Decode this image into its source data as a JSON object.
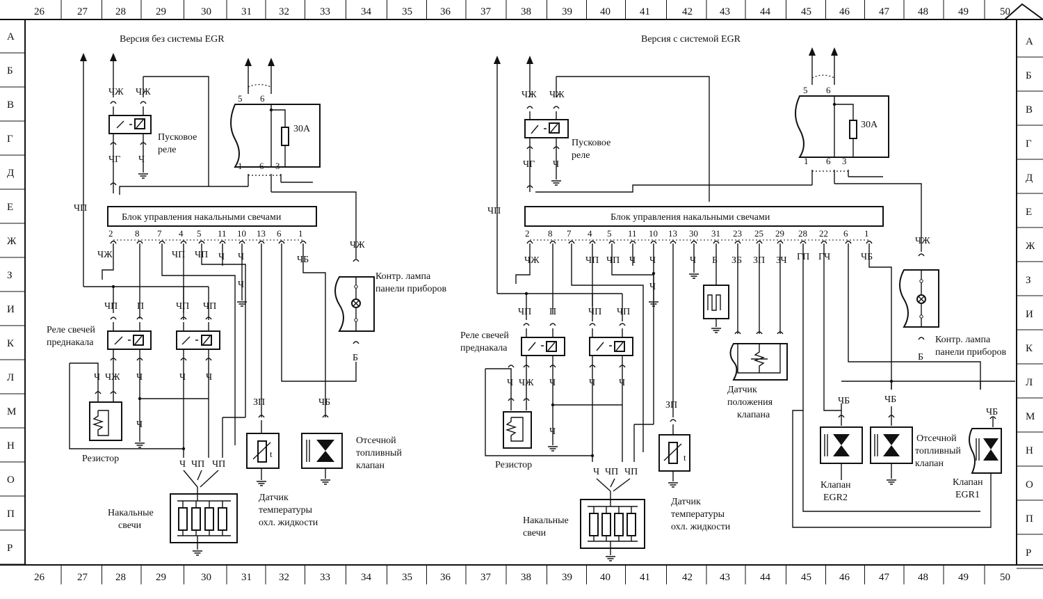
{
  "columns_top": [
    "26",
    "27",
    "28",
    "29",
    "30",
    "31",
    "32",
    "33",
    "34",
    "35",
    "36",
    "37",
    "38",
    "39",
    "40",
    "41",
    "42",
    "43",
    "44",
    "45",
    "46",
    "47",
    "48",
    "49",
    "50"
  ],
  "columns_bottom": [
    "26",
    "27",
    "28",
    "29",
    "30",
    "31",
    "32",
    "33",
    "34",
    "35",
    "36",
    "37",
    "38",
    "39",
    "40",
    "41",
    "42",
    "43",
    "44",
    "45",
    "46",
    "47",
    "48",
    "49",
    "50"
  ],
  "rows": [
    "А",
    "Б",
    "В",
    "Г",
    "Д",
    "Е",
    "Ж",
    "З",
    "И",
    "К",
    "Л",
    "М",
    "Н",
    "О",
    "П",
    "Р"
  ],
  "left": {
    "title": "Версия без системы EGR",
    "block": "Блок управления накальными свечами",
    "fuse": "30A",
    "start_relay": [
      "Пусковое",
      "реле"
    ],
    "preheat_relay": [
      "Реле свечей",
      "преднакала"
    ],
    "lamp": [
      "Контр. лампа",
      "панели приборов"
    ],
    "resistor": "Резистор",
    "glow": [
      "Накальные",
      "свечи"
    ],
    "temp_sensor": [
      "Датчик",
      "температуры",
      "охл. жидкости"
    ],
    "cutoff": [
      "Отсечной",
      "топливный",
      "клапан"
    ],
    "fuse_pins": [
      "5",
      "6",
      "1",
      "6",
      "3"
    ],
    "block_pins": [
      "2",
      "8",
      "7",
      "4",
      "5",
      "11",
      "10",
      "13",
      "6",
      "1"
    ],
    "wires": {
      "chzh1": "ЧЖ",
      "chzh2": "ЧЖ",
      "chg": "ЧГ",
      "ch1": "Ч",
      "chp_main": "ЧП",
      "chzh_b": "ЧЖ",
      "chp_b": "ЧП",
      "chp_b2": "ЧП",
      "ch_b": "Ч",
      "ch_b2": "Ч",
      "ch_b3": "Ч",
      "chb_b": "ЧБ",
      "chp_r1": "ЧП",
      "p_r1": "П",
      "chp_r2": "ЧП",
      "chp_r3": "ЧП",
      "ch_r1": "Ч",
      "chzh_r1": "ЧЖ",
      "ch_r2": "Ч",
      "ch_r3": "Ч",
      "ch_r4": "Ч",
      "ch_gnd": "Ч",
      "g_ch": "Ч",
      "g_chp1": "ЧП",
      "g_chp2": "ЧП",
      "zp": "ЗП",
      "chb": "ЧБ",
      "chzh_lamp": "ЧЖ",
      "b_lamp": "Б"
    }
  },
  "right": {
    "title": "Версия  с системой EGR",
    "block": "Блок управления накальными свечами",
    "fuse": "30A",
    "start_relay": [
      "Пусковое",
      "реле"
    ],
    "preheat_relay": [
      "Реле свечей",
      "преднакала"
    ],
    "lamp": [
      "Контр. лампа",
      "панели приборов"
    ],
    "resistor": "Резистор",
    "glow": [
      "Накальные",
      "свечи"
    ],
    "temp_sensor": [
      "Датчик",
      "температуры",
      "охл. жидкости"
    ],
    "cutoff": [
      "Отсечной",
      "топливный",
      "клапан"
    ],
    "valve_pos": [
      "Датчик",
      "положения",
      "клапана"
    ],
    "egr2": [
      "Клапан",
      "EGR2"
    ],
    "egr1": [
      "Клапан",
      "EGR1"
    ],
    "fuse_pins": [
      "5",
      "6",
      "1",
      "6",
      "3"
    ],
    "block_pins": [
      "2",
      "8",
      "7",
      "4",
      "5",
      "11",
      "10",
      "13",
      "30",
      "31",
      "23",
      "25",
      "29",
      "28",
      "22",
      "6",
      "1"
    ],
    "wires": {
      "chzh1": "ЧЖ",
      "chzh2": "ЧЖ",
      "chg": "ЧГ",
      "ch1": "Ч",
      "chp_main": "ЧП",
      "chzh_b": "ЧЖ",
      "chp_b": "ЧП",
      "chp_b2": "ЧП",
      "ch_b": "Ч",
      "ch_b2": "Ч",
      "ch_b3": "Ч",
      "b_b": "Б",
      "zb": "ЗБ",
      "zp_b": "ЗП",
      "zch": "ЗЧ",
      "gp": "ГП",
      "gch": "ГЧ",
      "chb_b": "ЧБ",
      "chp_r1": "ЧП",
      "p_r1": "П",
      "chp_r2": "ЧП",
      "chp_r3": "ЧП",
      "ch_r1": "Ч",
      "chzh_r1": "ЧЖ",
      "ch_r2": "Ч",
      "ch_r3": "Ч",
      "ch_r4": "Ч",
      "ch_gnd": "Ч",
      "g_ch": "Ч",
      "g_chp1": "ЧП",
      "g_chp2": "ЧП",
      "zp": "ЗП",
      "chb1": "ЧБ",
      "chb2": "ЧБ",
      "chb3": "ЧБ",
      "chzh_lamp": "ЧЖ",
      "b_lamp": "Б"
    }
  }
}
